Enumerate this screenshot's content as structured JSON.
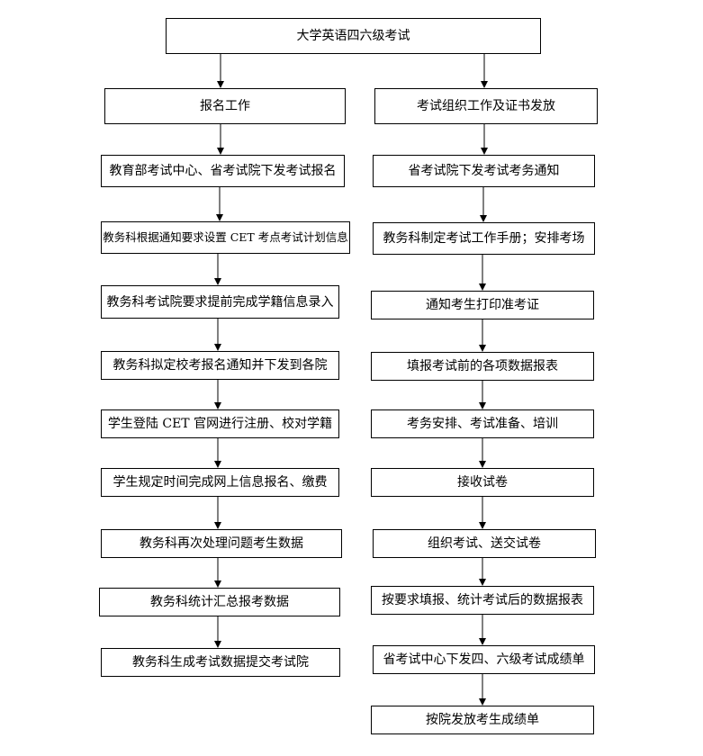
{
  "title": "大学英语四六级考试",
  "left": {
    "header": "报名工作",
    "steps": [
      "教育部考试中心、省考试院下发考试报名",
      "教务科根据通知要求设置 CET 考点考试计划信息",
      "教务科考试院要求提前完成学籍信息录入",
      "教务科拟定校考报名通知并下发到各院",
      "学生登陆 CET 官网进行注册、校对学籍",
      "学生规定时间完成网上信息报名、缴费",
      "教务科再次处理问题考生数据",
      "教务科统计汇总报考数据",
      "教务科生成考试数据提交考试院"
    ]
  },
  "right": {
    "header": "考试组织工作及证书发放",
    "steps": [
      "省考试院下发考试考务通知",
      "教务科制定考试工作手册；安排考场",
      "通知考生打印准考证",
      "填报考试前的各项数据报表",
      "考务安排、考试准备、培训",
      "接收试卷",
      "组织考试、送交试卷",
      "按要求填报、统计考试后的数据报表",
      "省考试中心下发四、六级考试成绩单",
      "按院发放考生成绩单"
    ]
  }
}
